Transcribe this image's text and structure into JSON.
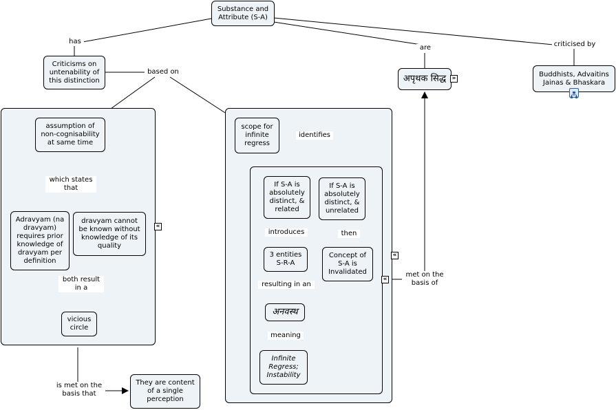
{
  "root": "Substance and Attribute (S-A)",
  "links": {
    "has": "has",
    "are": "are",
    "criticised_by": "criticised by",
    "based_on": "based on",
    "which_states_that": "which states that",
    "both_result": "both result in a",
    "is_met": "is met on the basis that",
    "identifies": "identifies",
    "introduces": "introduces",
    "resulting": "resulting in an",
    "meaning": "meaning",
    "then": "then",
    "met_basis": "met on the basis of"
  },
  "concepts": {
    "criticisms": "Criticisms on untenability of this distinction",
    "aprthak": "अपृथक सिद्ध",
    "buddhists": "Buddhists, Advaitins Jainas & Bhaskara",
    "assumption": "assumption of non-cognisability at same time",
    "adravyam": "Adravyam (na dravyam) requires prior knowledge of dravyam per definition",
    "dravyam": "dravyam cannot be known without knowledge of its quality",
    "vicious": "vicious circle",
    "content": "They are content of a single perception",
    "scope": "scope for infinite regress",
    "related": "If S-A is absolutely distinct, & related",
    "unrelated": "If S-A is absolutely distinct, & unrelated",
    "entities": "3 entities S-R-A",
    "anavastha": "अनवस्थ",
    "infinite": "Infinite Regress; Instability",
    "invalidated": "Concept of S-A is Invalidated"
  },
  "icons": {
    "expander": "collapse-arrows-icon",
    "submap": "sitemap-icon"
  },
  "colors": {
    "node_fill": "#edf3f6",
    "line": "#000000",
    "background": "#ffffff"
  }
}
